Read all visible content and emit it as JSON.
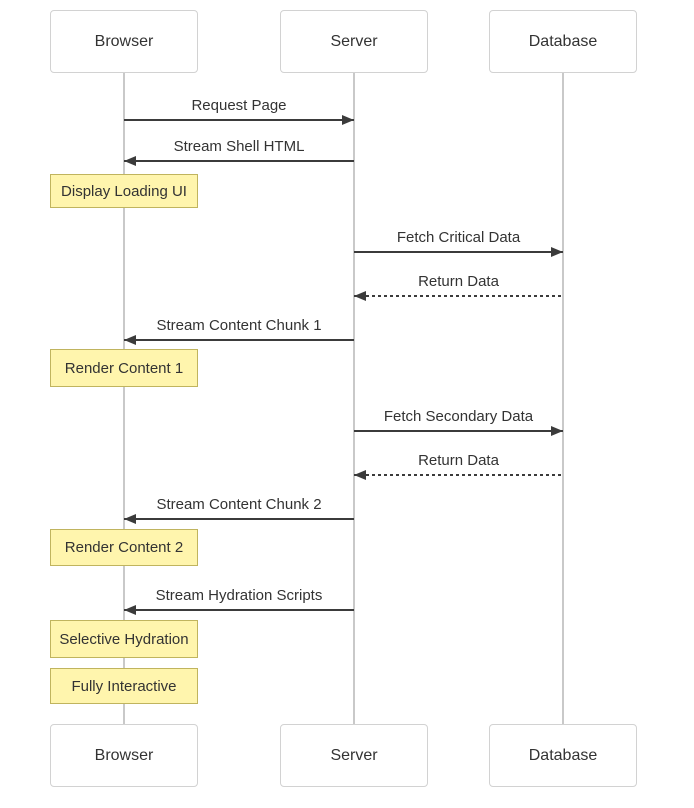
{
  "diagram": {
    "kind": "sequence-diagram",
    "actors": [
      {
        "id": "browser",
        "label": "Browser"
      },
      {
        "id": "server",
        "label": "Server"
      },
      {
        "id": "database",
        "label": "Database"
      }
    ],
    "events": [
      {
        "type": "message",
        "label": "Request Page",
        "from": "browser",
        "to": "server",
        "line": "solid"
      },
      {
        "type": "message",
        "label": "Stream Shell HTML",
        "from": "server",
        "to": "browser",
        "line": "solid"
      },
      {
        "type": "note",
        "label": "Display Loading UI",
        "over": "browser"
      },
      {
        "type": "message",
        "label": "Fetch Critical Data",
        "from": "server",
        "to": "database",
        "line": "solid"
      },
      {
        "type": "message",
        "label": "Return Data",
        "from": "database",
        "to": "server",
        "line": "dashed"
      },
      {
        "type": "message",
        "label": "Stream Content Chunk 1",
        "from": "server",
        "to": "browser",
        "line": "solid"
      },
      {
        "type": "note",
        "label": "Render Content 1",
        "over": "browser"
      },
      {
        "type": "message",
        "label": "Fetch Secondary Data",
        "from": "server",
        "to": "database",
        "line": "solid"
      },
      {
        "type": "message",
        "label": "Return Data",
        "from": "database",
        "to": "server",
        "line": "dashed"
      },
      {
        "type": "message",
        "label": "Stream Content Chunk 2",
        "from": "server",
        "to": "browser",
        "line": "solid"
      },
      {
        "type": "note",
        "label": "Render Content 2",
        "over": "browser"
      },
      {
        "type": "message",
        "label": "Stream Hydration Scripts",
        "from": "server",
        "to": "browser",
        "line": "solid"
      },
      {
        "type": "note",
        "label": "Selective Hydration",
        "over": "browser"
      },
      {
        "type": "note",
        "label": "Fully Interactive",
        "over": "browser"
      }
    ],
    "colors": {
      "note_fill": "#fff5ad",
      "note_border": "#c0b45e",
      "actor_fill": "#ffffff",
      "actor_border": "#d2d2d2",
      "lifeline": "#c9c9c9",
      "message": "#3b3b3b",
      "text": "#333333"
    }
  }
}
